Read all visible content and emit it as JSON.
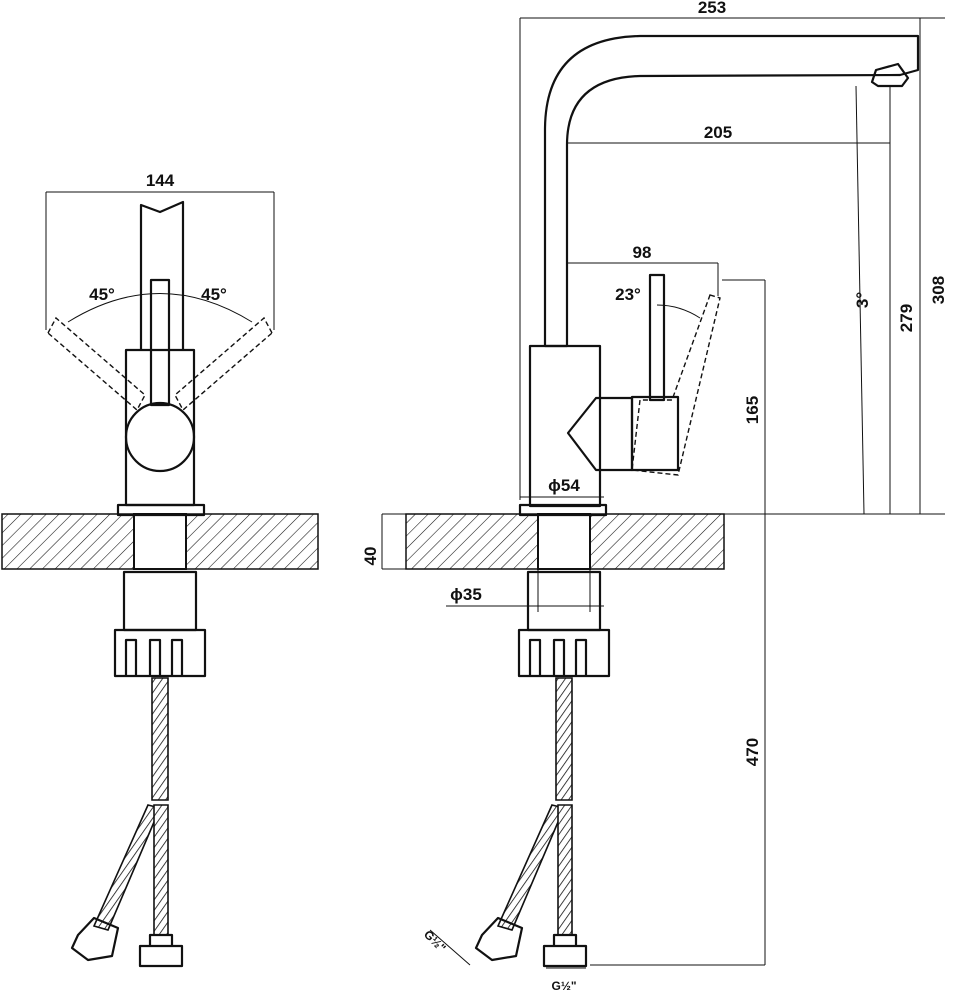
{
  "front_view": {
    "width_dim": "144",
    "angle_left": "45°",
    "angle_right": "45°"
  },
  "side_view": {
    "reach_total": "253",
    "reach_spout": "205",
    "handle_depth": "98",
    "handle_angle": "23°",
    "handle_height": "165",
    "spout_tilt": "3°",
    "height_279": "279",
    "height_308": "308",
    "base_diameter": "ϕ54",
    "shank_diameter": "ϕ35",
    "counter_thickness": "40",
    "hose_length": "470",
    "connector_left": "G½\"",
    "connector_right": "G½\""
  }
}
